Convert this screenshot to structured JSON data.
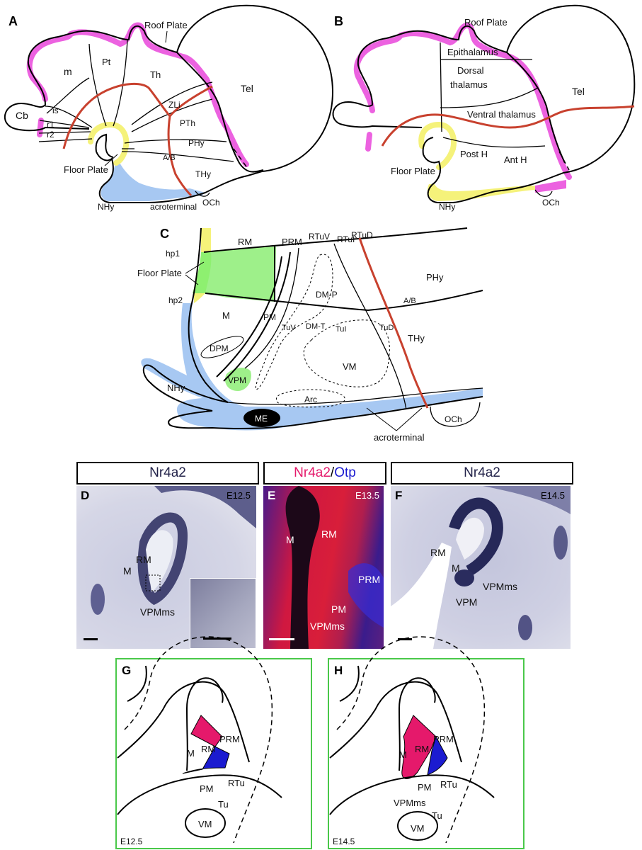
{
  "panels": {
    "A": {
      "letter": "A",
      "labels": {
        "roof_plate": "Roof Plate",
        "m": "m",
        "pt": "Pt",
        "th": "Th",
        "tel": "Tel",
        "cb": "Cb",
        "is": "is",
        "r1": "r1",
        "r2": "r2",
        "zli": "ZLi",
        "pth": "PTh",
        "phy": "PHy",
        "ab": "A/B",
        "thy": "THy",
        "floor_plate": "Floor Plate",
        "nhy": "NHy",
        "acroterminal": "acroterminal",
        "och": "OCh"
      }
    },
    "B": {
      "letter": "B",
      "labels": {
        "roof_plate": "Roof Plate",
        "epithalamus": "Epithalamus",
        "dorsal1": "Dorsal",
        "dorsal2": "thalamus",
        "tel": "Tel",
        "ventral": "Ventral thalamus",
        "post_h": "Post H",
        "ant_h": "Ant H",
        "floor_plate": "Floor Plate",
        "nhy": "NHy",
        "och": "OCh"
      }
    },
    "C": {
      "letter": "C",
      "labels": {
        "rm": "RM",
        "prm": "PRM",
        "rtuv": "RTuV",
        "rtui": "RTuI",
        "rtud": "RTuD",
        "hp1": "hp1",
        "floor_plate": "Floor Plate",
        "hp2": "hp2",
        "dmp": "DM-P",
        "phy": "PHy",
        "ab": "A/B",
        "m": "M",
        "pm": "PM",
        "tuv": "TuV",
        "dmt": "DM-T",
        "tui": "TuI",
        "tud": "TuD",
        "thy": "THy",
        "dpm": "DPM",
        "vm": "VM",
        "vpm": "VPM",
        "nhy": "NHy",
        "arc": "Arc",
        "me": "ME",
        "och": "OCh",
        "acroterminal": "acroterminal"
      }
    },
    "D": {
      "letter": "D",
      "header": "Nr4a2",
      "stage": "E12.5",
      "labels": {
        "rm": "RM",
        "m": "M",
        "vpmms": "VPMms"
      }
    },
    "E": {
      "letter": "E",
      "header_a": "Nr4a2",
      "header_sep": "/",
      "header_b": "Otp",
      "stage": "E13.5",
      "labels": {
        "m": "M",
        "rm": "RM",
        "prm": "PRM",
        "pm": "PM",
        "vpmms": "VPMms"
      }
    },
    "F": {
      "letter": "F",
      "header": "Nr4a2",
      "stage": "E14.5",
      "labels": {
        "rm": "RM",
        "m": "M",
        "vpmms": "VPMms",
        "vpm": "VPM"
      }
    },
    "G": {
      "letter": "G",
      "stage": "E12.5",
      "labels": {
        "m": "M",
        "rm": "RM",
        "prm": "PRM",
        "pm": "PM",
        "rtu": "RTu",
        "tu": "Tu",
        "vm": "VM"
      }
    },
    "H": {
      "letter": "H",
      "stage": "E14.5",
      "labels": {
        "m": "M",
        "rm": "RM",
        "prm": "PRM",
        "pm": "PM",
        "rtu": "RTu",
        "vpmms": "VPMms",
        "tu": "Tu",
        "vm": "VM"
      }
    }
  },
  "colors": {
    "roof_plate": "#ec62e0",
    "floor_plate": "#f5f27a",
    "alar_basal_boundary": "#c8412e",
    "acroterminal": "#a7c8f2",
    "rm_region": "#9ef08a",
    "nr4a2_fill": "#e5196b",
    "otp_fill": "#1b1bd0",
    "frame": "#49c849"
  }
}
